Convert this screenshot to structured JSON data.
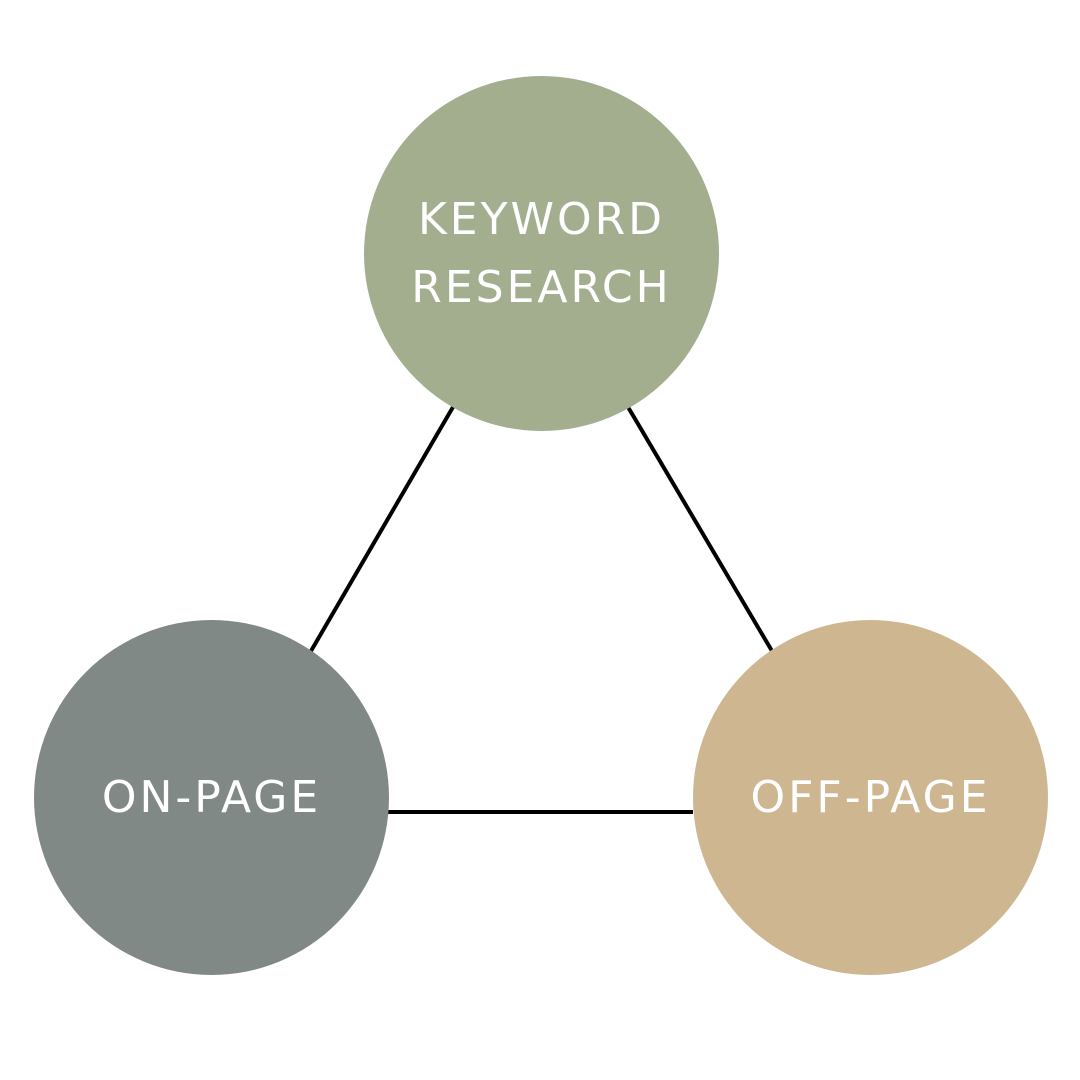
{
  "diagram": {
    "nodes": [
      {
        "id": "keyword-research",
        "label": "KEYWORD\nRESEARCH",
        "color": "#a3ae8f"
      },
      {
        "id": "on-page",
        "label": "ON-PAGE",
        "color": "#818987"
      },
      {
        "id": "off-page",
        "label": "OFF-PAGE",
        "color": "#cdb690"
      }
    ],
    "edges": [
      {
        "from": "keyword-research",
        "to": "on-page"
      },
      {
        "from": "keyword-research",
        "to": "off-page"
      },
      {
        "from": "on-page",
        "to": "off-page"
      }
    ],
    "edge_color": "#000000",
    "label_color": "#ffffff"
  }
}
